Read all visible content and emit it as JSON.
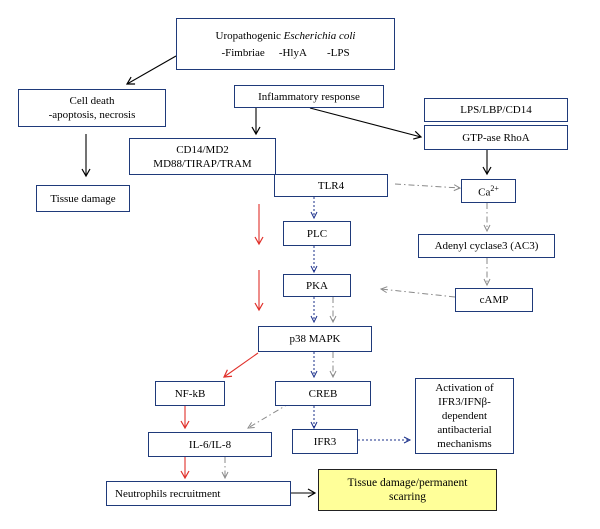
{
  "nodes": {
    "upec": {
      "title_prefix": "Uropathogenic ",
      "title_italic": "Escherichia coli",
      "factor_1": "-Fimbriae",
      "factor_2": "-HlyA",
      "factor_3": "-LPS"
    },
    "cell_death": {
      "line_1": "Cell death",
      "line_2": "-apoptosis, necrosis"
    },
    "tissue_damage": "Tissue damage",
    "inflammatory_response": "Inflammatory response",
    "lps_lbp_cd14": "LPS/LBP/CD14",
    "gtpase_rhoa": "GTP-ase RhoA",
    "cd14_md2": {
      "line_1": "CD14/MD2",
      "line_2": "MD88/TIRAP/TRAM"
    },
    "tlr4": "TLR4",
    "calcium": {
      "base": "Ca",
      "sup": "2+"
    },
    "plc": "PLC",
    "ac3": "Adenyl cyclase3 (AC3)",
    "pka": "PKA",
    "camp": "cAMP",
    "p38_mapk": "p38 MAPK",
    "nfkb": "NF-kB",
    "creb": "CREB",
    "activation": {
      "line_1": "Activation of",
      "line_2": "IFR3/IFNβ-",
      "line_3": "dependent",
      "line_4": "antibacterial",
      "line_5": "mechanisms"
    },
    "il6_il8": "IL-6/IL-8",
    "ifr3": "IFR3",
    "neutrophils": "Neutrophils recruitment",
    "tissue_damage_permanent": {
      "line_1": "Tissue damage/permanent",
      "line_2": "scarring"
    }
  },
  "colors": {
    "box_border": "#1f3a7a",
    "highlight_fill": "#ffff99",
    "solid_arrow": "#000000",
    "red_arrow": "#e0302a",
    "blue_dotted_arrow": "#1a2f8a",
    "gray_dashdot_arrow": "#8a8a8a"
  }
}
